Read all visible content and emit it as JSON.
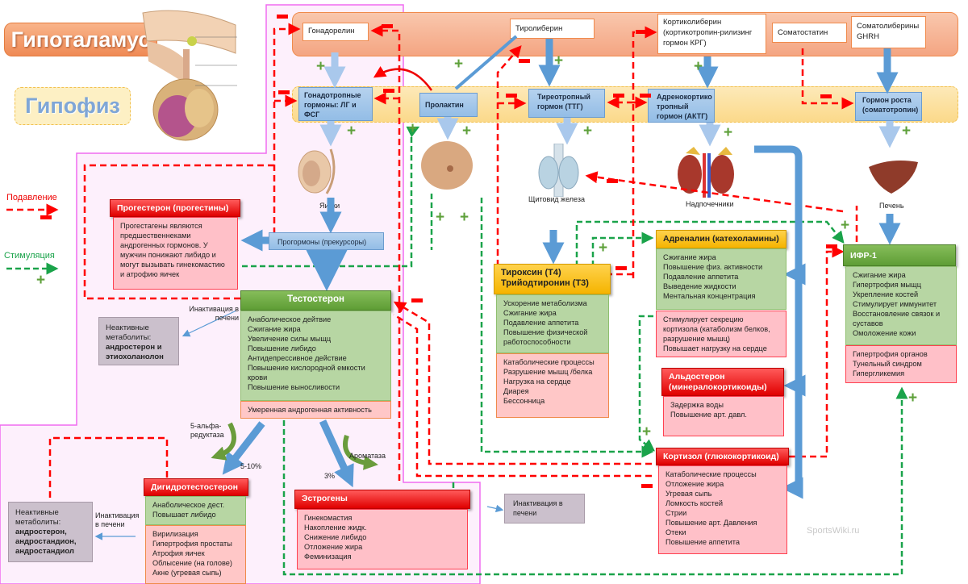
{
  "labels": {
    "hypothalamus": "Гипоталамус",
    "pituitary": "Гипофиз"
  },
  "legend": {
    "suppression": "Подавление",
    "stimulation": "Стимуляция"
  },
  "colors": {
    "suppression": "#ff0000",
    "stimulation": "#1aa34a",
    "hormone_arrow": "#5b9bd5"
  },
  "hypothalamus_hormones": {
    "gonadorelin": "Гонадорелин",
    "thyroliberin": "Тиролиберин",
    "corticoliberin": "Кортиколиберин (кортикотропин-рилизинг гормон КРГ)",
    "somatostatin": "Соматостатин",
    "somatoliberin": "Соматолиберины GHRH"
  },
  "pituitary_hormones": {
    "gonadotropic": "Гонадотропные гормоны: ЛГ и ФСГ",
    "prolactin": "Пролактин",
    "tsh": "Тиреотропный гормон (ТТГ)",
    "acth": "Адренокортико тропный гормон (АКТГ)",
    "gh": "Гормон роста (соматотропин)"
  },
  "organs": {
    "testes": "Яички",
    "thyroid": "Щитовид железа",
    "adrenals": "Надпочечники",
    "liver": "Печень"
  },
  "prohormones": "Прогормоны (прекурсоры)",
  "progesterone": {
    "title": "Прогестерон (прогестины)",
    "text": "Прогестагены являются предшественнеками андрогенных гормонов. У мужчин понижают либидо и могут вызывать гинекомастию и атрофию яичек"
  },
  "testosterone": {
    "title": "Тестостерон",
    "positive": [
      "Анаболическое дейтвие",
      "Сжигание жира",
      "Увеличение силы мыщц",
      "Повышение либидо",
      "Антидепрессивное действие",
      "Повышение кислородной  емкости крови",
      "Повышение выносливости"
    ],
    "negative": [
      "Умеренная андрогенная активность"
    ]
  },
  "inactivation_1": {
    "label": "Инактивация в печени",
    "metabolites_label": "Неактивные метаболиты:",
    "metabolites": "андростерон и этиохоланолон"
  },
  "conversion": {
    "five_alpha": "5-альфа-редуктаза",
    "five_alpha_pct": "5-10%",
    "aromatase": "Ароматаза",
    "aromatase_pct": "3%"
  },
  "dht": {
    "title": "Дигидротестостерон",
    "positive": [
      "Анаболическое дест.",
      "Повышает либидо"
    ],
    "negative": [
      "Вирилизация",
      "Гипертрофия простаты",
      "Атрофия яичек",
      "Облысение (на голове)",
      "Акне (угревая сыпь)"
    ]
  },
  "inactivation_2": {
    "label": "Инактивация в печени",
    "metabolites_label": "Неактивные метаболиты:",
    "metabolites": "андростерон, андростандион, андростандиол"
  },
  "estrogens": {
    "title": "Эстрогены",
    "negative": [
      "Гинекомастия",
      "Накопление жидк.",
      "Снижение либидо",
      "Отложение жира",
      "Феминизация"
    ]
  },
  "inactivation_3": {
    "label": "Инактивация в печени"
  },
  "thyroxine": {
    "title": "Тироксин (Т4) Трийодтиронин (Т3)",
    "positive": [
      "Ускорение метаболизма",
      "Сжигание жира",
      "Подавление аппетита",
      "Повышение физической работоспособности"
    ],
    "negative": [
      "Катаболические процессы",
      "Разрушение мышц /белка",
      "Нагрузка на сердце",
      "Диарея",
      "Бессонница"
    ]
  },
  "adrenaline": {
    "title": "Адреналин (катехоламины)",
    "positive": [
      "Сжигание жира",
      "Повышение физ. активности",
      "Подавление аппетита",
      "Выведение жидкости",
      "Ментальная концентрация"
    ],
    "negative": [
      "Стимулирует секрецию кортизола (катаболизм белков, разрушение мышц)",
      "Повышает нагрузку на сердце"
    ]
  },
  "aldosterone": {
    "title": "Альдостерон (минералокортикоиды)",
    "negative": [
      "Задержка воды",
      "Повышение арт. давл."
    ]
  },
  "cortisol": {
    "title": "Кортизол (глюкокортикоид)",
    "negative": [
      "Катаболические процессы",
      "Отложение жира",
      "Угревая сыпь",
      "Ломкость костей",
      "Стрии",
      "Повышение арт. Давления",
      "Отеки",
      "Повышение аппетита"
    ]
  },
  "igf1": {
    "title": "ИФР-1",
    "positive": [
      "Сжигание жира",
      "Гипертрофия мыщц",
      "Укрепление костей",
      "Стимулирует иммунитет",
      "Восстановление связок и суставов",
      "Омоложение кожи"
    ],
    "negative": [
      "Гипертрофия органов",
      "Тунельный синдром",
      "Гипергликемия"
    ]
  },
  "watermark": "SportsWiki.ru"
}
